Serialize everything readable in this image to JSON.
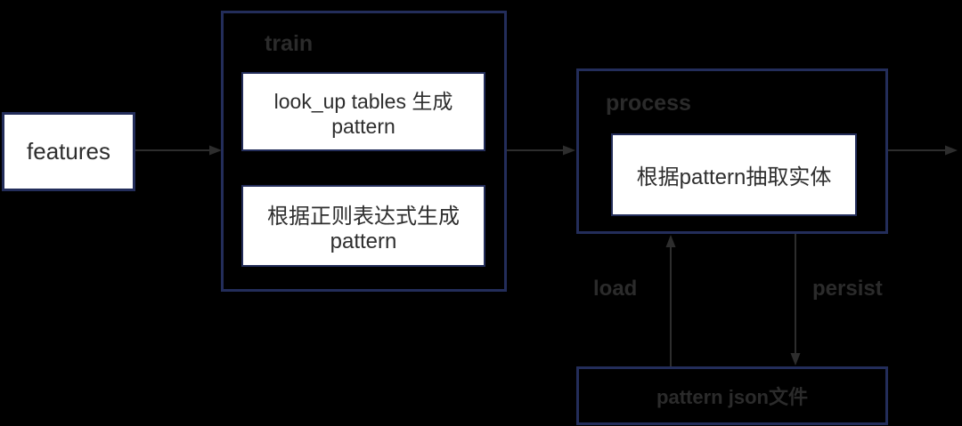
{
  "canvas": {
    "background": "#000000",
    "box_border_color": "#232d5a",
    "arrow_color": "#2d2d2d",
    "group_label_color": "#2b2b2b",
    "node_text_color": "#2e2e2e"
  },
  "nodes": {
    "features": {
      "label": "features"
    },
    "train": {
      "label": "train"
    },
    "lookup": {
      "label": "look_up tables 生成pattern"
    },
    "regex": {
      "label": "根据正则表达式生成pattern"
    },
    "process": {
      "label": "process"
    },
    "extract": {
      "label": "根据pattern抽取实体"
    },
    "pattern_file": {
      "label": "pattern json文件"
    }
  },
  "edges": {
    "load": {
      "label": "load"
    },
    "persist": {
      "label": "persist"
    }
  }
}
